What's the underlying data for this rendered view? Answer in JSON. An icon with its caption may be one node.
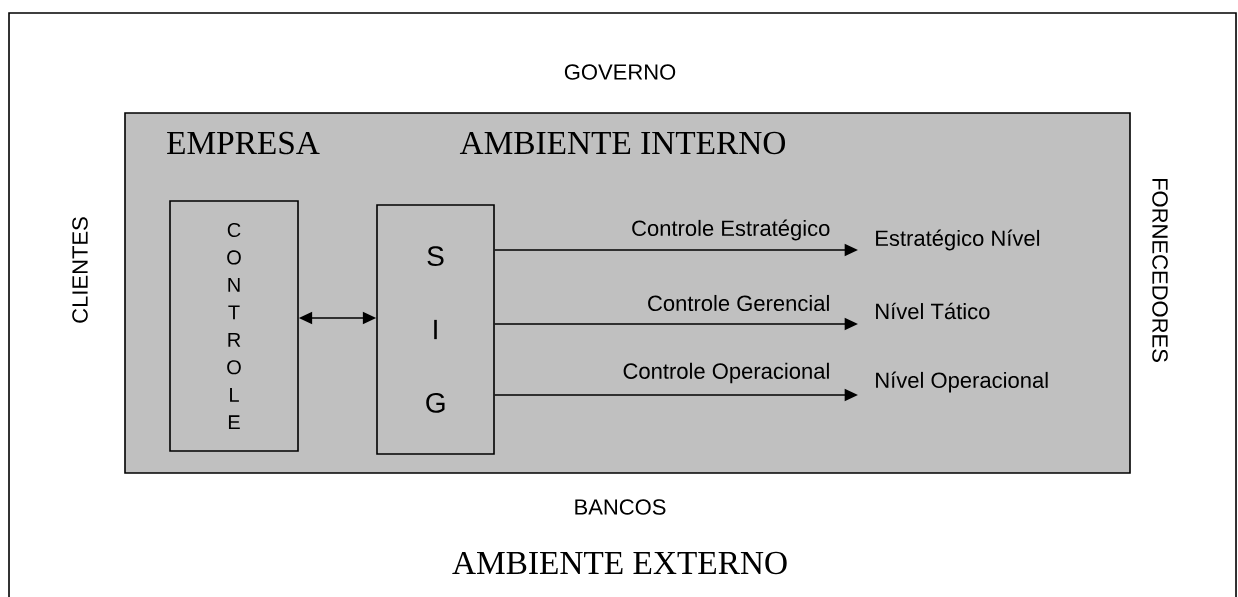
{
  "diagram": {
    "nodes": [
      {
        "text": [
          "AMBIENTE EXTERNO"
        ]
      },
      {
        "text": [
          "EMPRESA",
          "AMBIENTE INTERNO"
        ],
        "in": 0
      },
      {
        "text": [
          "C O N T R O L E"
        ],
        "in": 1
      },
      {
        "text": [
          "S I G"
        ],
        "in": 1
      },
      {
        "text": [
          "Estratégico Nível"
        ],
        "in": 1
      },
      {
        "text": [
          "Nível Tático"
        ],
        "in": 1
      },
      {
        "text": [
          "Nível Operacional"
        ],
        "in": 1
      }
    ],
    "edges": [
      {
        "from": 2,
        "to": 3,
        "arrow": "both"
      },
      {
        "from": 3,
        "to": 4,
        "arrow": "to",
        "label": "Controle Estratégico"
      },
      {
        "from": 3,
        "to": 5,
        "arrow": "to",
        "label": "Controle Gerencial"
      },
      {
        "from": 3,
        "to": 6,
        "arrow": "to",
        "label": "Controle Operacional"
      }
    ],
    "labels": [
      "GOVERNO",
      "CLIENTES",
      "FORNECEDORES",
      "BANCOS"
    ]
  }
}
